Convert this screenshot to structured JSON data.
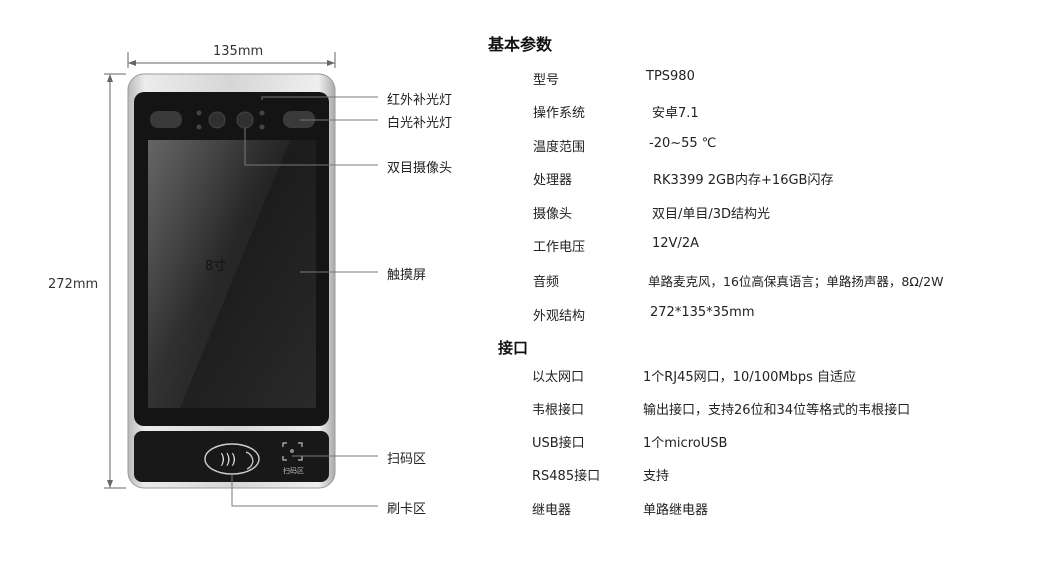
{
  "dimensions": {
    "width": "135mm",
    "height": "272mm"
  },
  "screen_label": "8寸",
  "scan_area_mark": "扫码区",
  "callouts": [
    "红外补光灯",
    "白光补光灯",
    "双目摄像头",
    "触摸屏",
    "扫码区",
    "刷卡区"
  ],
  "specs": {
    "title": "基本参数",
    "rows": [
      {
        "label": "型号",
        "value": "TPS980"
      },
      {
        "label": "操作系统",
        "value": "安卓7.1"
      },
      {
        "label": "温度范围",
        "value": "-20~55 ℃"
      },
      {
        "label": "处理器",
        "value": "RK3399  2GB内存+16GB闪存"
      },
      {
        "label": "摄像头",
        "value": "双目/单目/3D结构光"
      },
      {
        "label": "工作电压",
        "value": "12V/2A"
      },
      {
        "label": "音频",
        "value": "单路麦克风，16位高保真语言；单路扬声器，8Ω/2W"
      },
      {
        "label": "外观结构",
        "value": "272*135*35mm"
      }
    ]
  },
  "interfaces": {
    "title": "接口",
    "rows": [
      {
        "label": "以太网口",
        "value": "1个RJ45网口，10/100Mbps 自适应"
      },
      {
        "label": "韦根接口",
        "value": "输出接口，支持26位和34位等格式的韦根接口"
      },
      {
        "label": "USB接口",
        "value": "1个microUSB"
      },
      {
        "label": "RS485接口",
        "value": "支持"
      },
      {
        "label": "继电器",
        "value": "单路继电器"
      }
    ]
  }
}
